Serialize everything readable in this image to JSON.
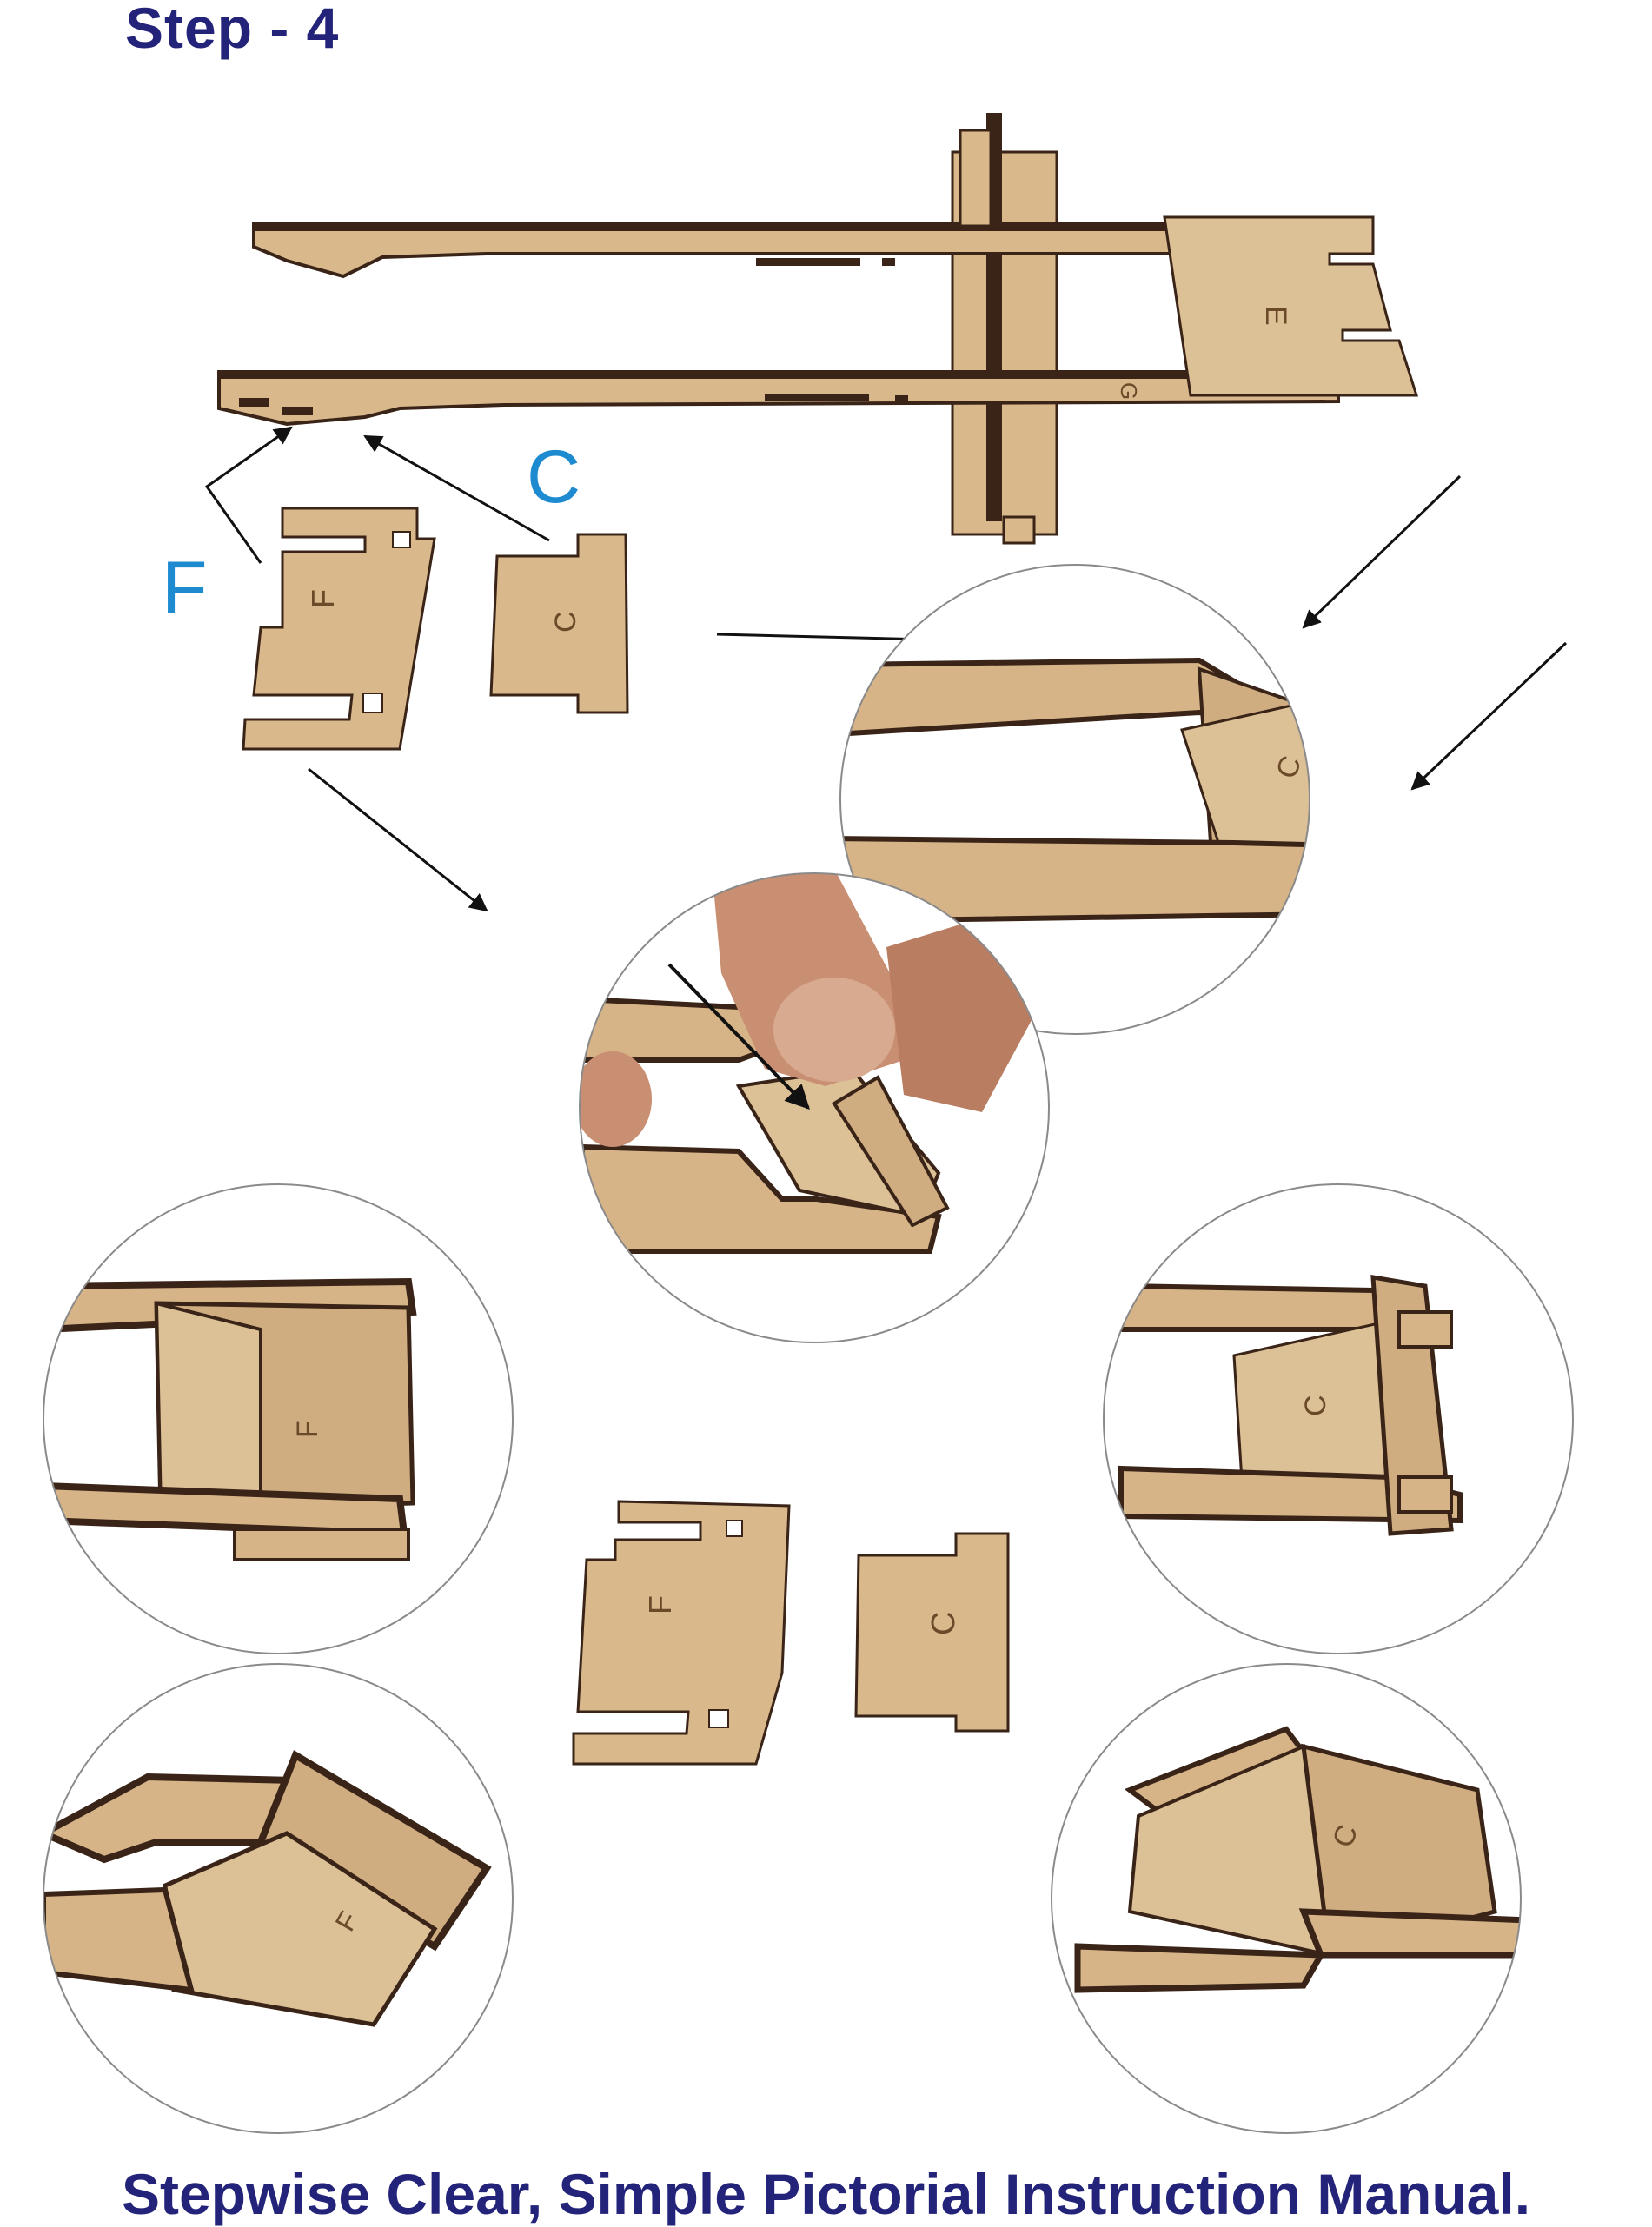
{
  "header": {
    "title": "Step - 4"
  },
  "footer": {
    "caption": "Stepwise Clear, Simple Pictorial Instruction Manual."
  },
  "callouts": {
    "part_f": "F",
    "part_c": "C"
  },
  "engravings": {
    "frame_e": "E",
    "frame_g": "G",
    "piece_f": "F",
    "piece_c": "C"
  },
  "colors": {
    "title_text": "#23237a",
    "callout_text": "#1e8bd1",
    "wood": "#d9b98c",
    "wood_edge": "#3a2418",
    "engraving": "#6b4a2a",
    "skin": "#c98f72"
  }
}
